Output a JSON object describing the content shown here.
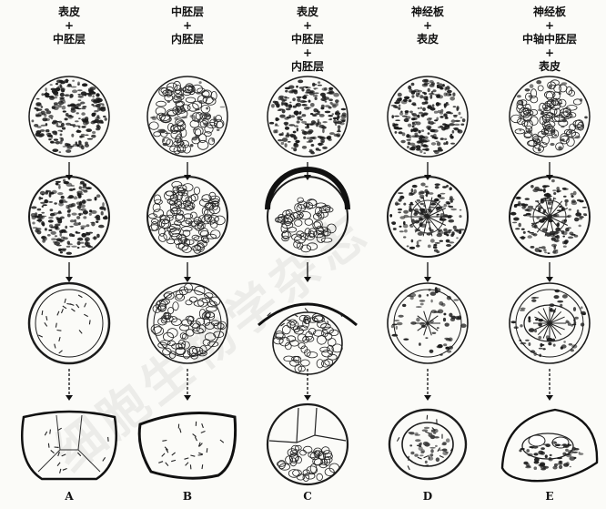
{
  "watermark": "细胞生物学杂志",
  "columns": [
    {
      "id": "A",
      "header": [
        "表皮",
        "+",
        "中胚层"
      ]
    },
    {
      "id": "B",
      "header": [
        "中胚层",
        "+",
        "内胚层"
      ]
    },
    {
      "id": "C",
      "header": [
        "表皮",
        "+",
        "中胚层",
        "+",
        "内胚层"
      ]
    },
    {
      "id": "D",
      "header": [
        "神经板",
        "+",
        "表皮"
      ]
    },
    {
      "id": "E",
      "header": [
        "神经板",
        "+",
        "中轴中胚层",
        "+",
        "表皮"
      ]
    }
  ]
}
